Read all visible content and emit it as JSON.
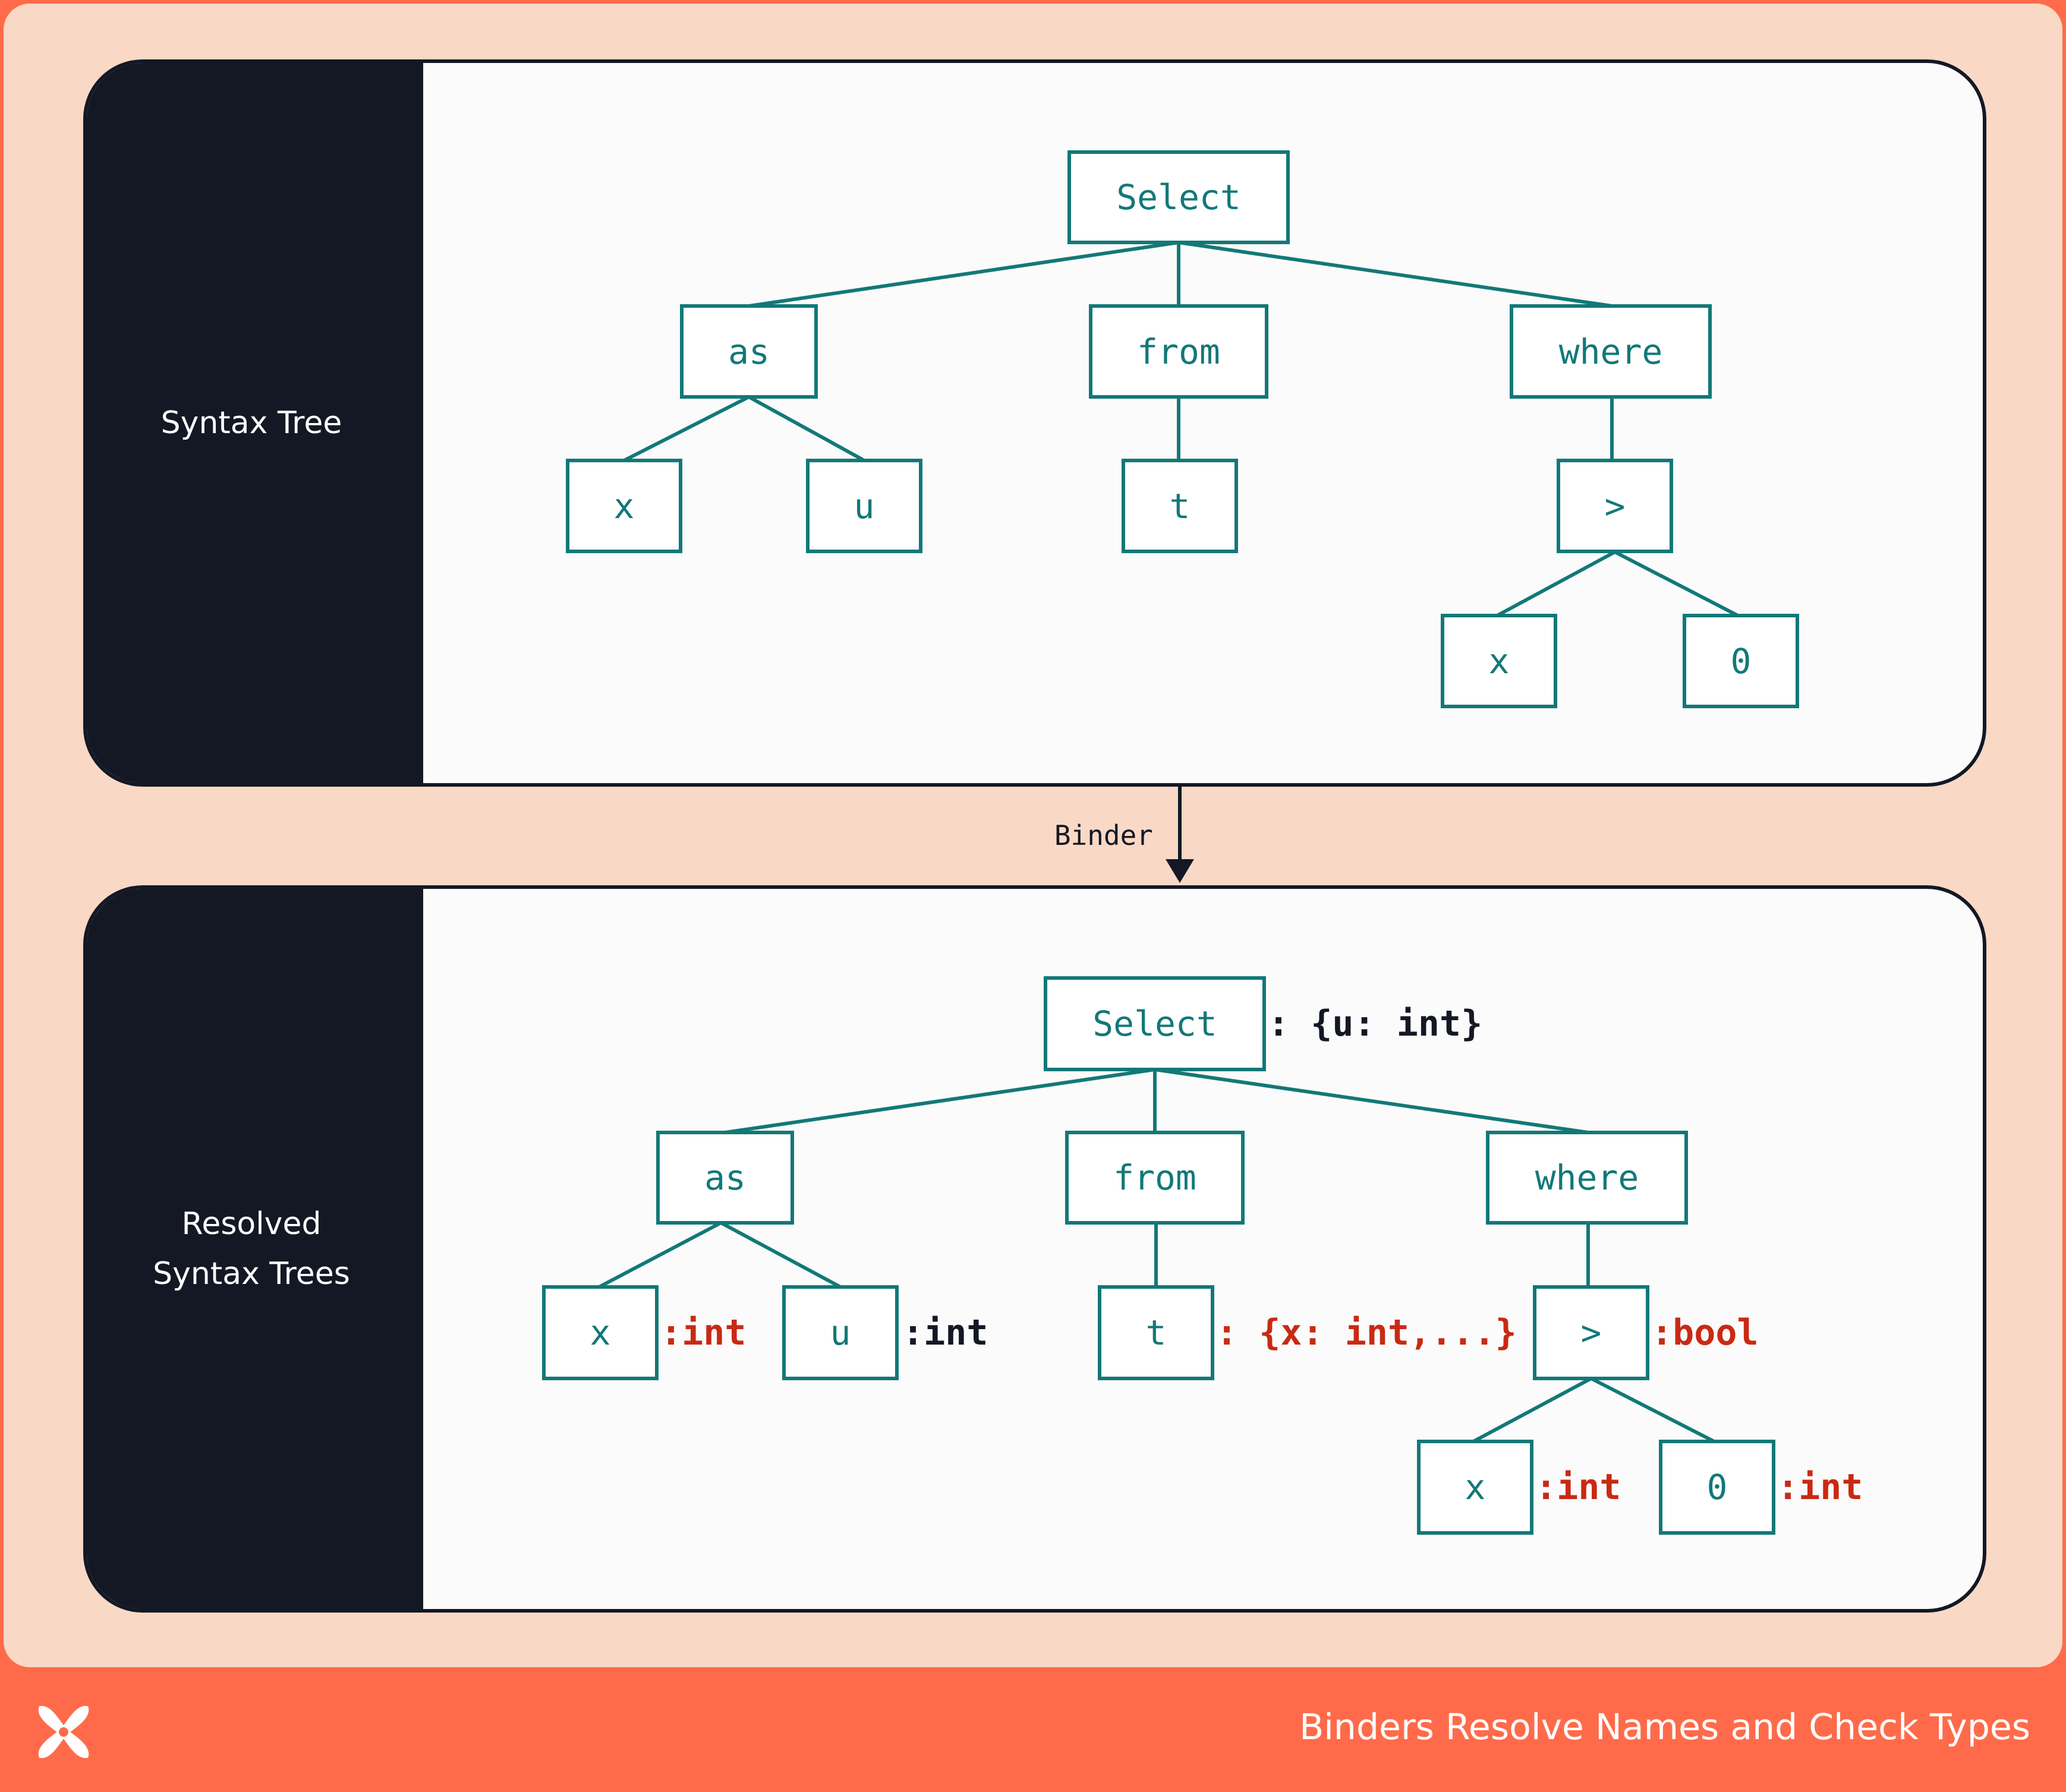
{
  "colors": {
    "accent": "#FF6B4A",
    "background": "#F9D9C5",
    "panel_side": "#141824",
    "node_stroke": "#137878",
    "annotation_red": "#C82A14",
    "annotation_dark": "#141824"
  },
  "panels": {
    "top": {
      "label": "Syntax Tree"
    },
    "bottom": {
      "label": "Resolved\nSyntax Trees"
    }
  },
  "arrow": {
    "label": "Binder"
  },
  "tree_top": {
    "select": "Select",
    "as": "as",
    "from": "from",
    "where": "where",
    "x": "x",
    "u": "u",
    "t": "t",
    "gt": ">",
    "x2": "x",
    "zero": "0"
  },
  "tree_bottom": {
    "select": "Select",
    "as": "as",
    "from": "from",
    "where": "where",
    "x": "x",
    "u": "u",
    "t": "t",
    "gt": ">",
    "x2": "x",
    "zero": "0"
  },
  "annotations": {
    "select": ": {u: int}",
    "x": ":int",
    "u": ":int",
    "t": ": {x: int,...}",
    "gt": ":bool",
    "x2": ":int",
    "zero": ":int"
  },
  "footer": {
    "title": "Binders Resolve Names and Check Types",
    "logo_icon": "x-logo-icon"
  }
}
